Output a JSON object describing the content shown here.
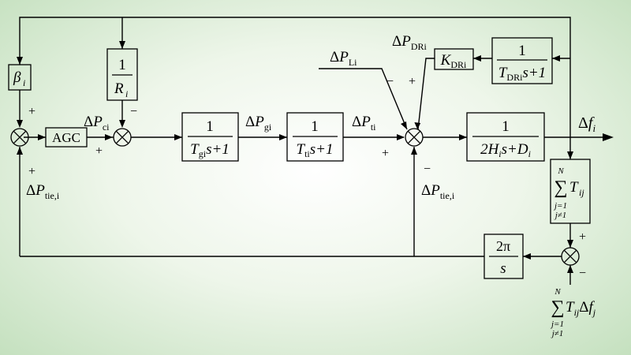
{
  "blocks": {
    "beta": {
      "main": "β",
      "sub": "i"
    },
    "agc": {
      "label": "AGC"
    },
    "droop": {
      "num": "1",
      "den_main": "R",
      "den_sub": "i"
    },
    "governor": {
      "num": "1",
      "den_T": "T",
      "den_sub": "gi",
      "den_rest": "s+1"
    },
    "turbine": {
      "num": "1",
      "den_T": "T",
      "den_sub": "ti",
      "den_rest": "s+1"
    },
    "kdr": {
      "main": "K",
      "sub": "DRi"
    },
    "tdr": {
      "num": "1",
      "den_T": "T",
      "den_sub": "DRi",
      "den_rest": "s+1"
    },
    "swing": {
      "num": "1",
      "den_a": "2H",
      "den_a_sub": "i",
      "den_b": "s+D",
      "den_b_sub": "i"
    },
    "tie_sum": {
      "sum_sup": "N",
      "sum_sym": "∑",
      "sum_sub1": "j=1",
      "sum_sub2": "j≠1",
      "T": "T",
      "T_sub": "ij"
    },
    "integrator": {
      "num": "2π",
      "den": "s"
    }
  },
  "signals": {
    "dPc": {
      "delta": "Δ",
      "P": "P",
      "sub": "ci"
    },
    "dPg": {
      "delta": "Δ",
      "P": "P",
      "sub": "gi"
    },
    "dPt": {
      "delta": "Δ",
      "P": "P",
      "sub": "ti"
    },
    "dPL": {
      "delta": "Δ",
      "P": "P",
      "sub": "Li"
    },
    "dPDR": {
      "delta": "Δ",
      "P": "P",
      "sub": "DRi"
    },
    "df": {
      "delta": "Δ",
      "f": "f",
      "sub": "i"
    },
    "dPtie_left": {
      "delta": "Δ",
      "P": "P",
      "sub": "tie,i"
    },
    "dPtie_right": {
      "delta": "Δ",
      "P": "P",
      "sub": "tie,i"
    },
    "ext_input": {
      "sum_sup": "N",
      "sum_sym": "∑",
      "sum_sub1": "j=1",
      "sum_sub2": "j≠1",
      "T": "T",
      "T_sub": "ij",
      "delta": "Δ",
      "f": "f",
      "f_sub": "j"
    }
  },
  "signs": {
    "plus": "+",
    "minus": "−"
  }
}
